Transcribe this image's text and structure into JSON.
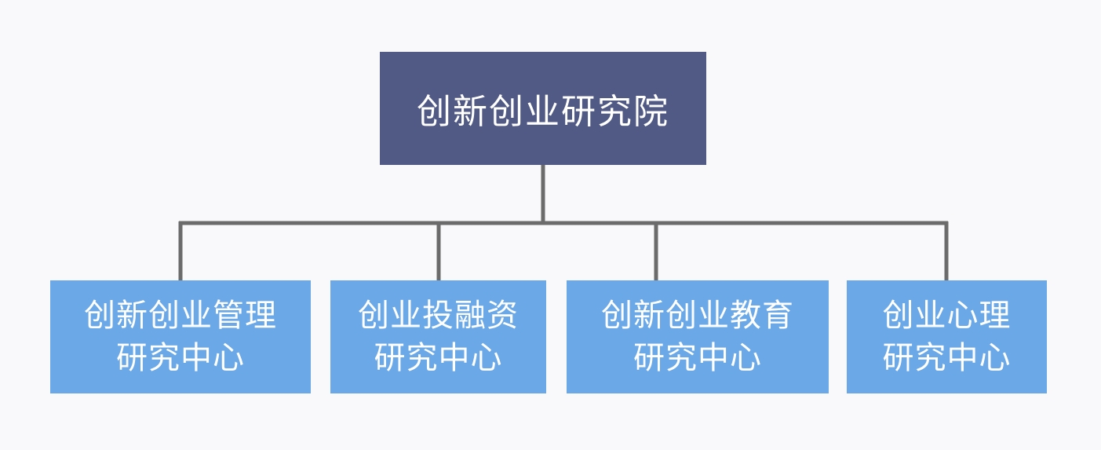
{
  "root": {
    "label": "创新创业研究院"
  },
  "children": [
    {
      "line1": "创新创业管理",
      "line2": "研究中心"
    },
    {
      "line1": "创业投融资",
      "line2": "研究中心"
    },
    {
      "line1": "创新创业教育",
      "line2": "研究中心"
    },
    {
      "line1": "创业心理",
      "line2": "研究中心"
    }
  ],
  "colors": {
    "root_fill": "#515a84",
    "child_fill": "#6aa8e8",
    "connector": "#6b6b6b",
    "text": "#ffffff",
    "background": "#f9f9fb"
  }
}
